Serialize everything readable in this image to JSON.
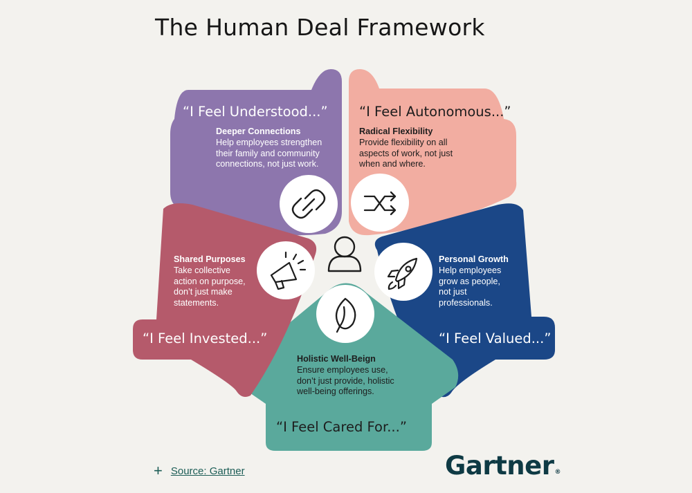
{
  "title": "The Human Deal Framework",
  "colors": {
    "background": "#f3f2ee",
    "purple": "#8d76ad",
    "peach": "#f2ada1",
    "navy": "#1b4787",
    "teal": "#5aa99c",
    "rose": "#b55a6b",
    "logo": "#0e3a44",
    "link": "#1c5d56"
  },
  "center_icon": "person-icon",
  "petals": {
    "understood": {
      "quote": "“I Feel Understood...”",
      "heading": "Deeper Connections",
      "lines": [
        "Help employees strengthen",
        "their family and community",
        "connections, not just work."
      ],
      "icon": "link-icon"
    },
    "autonomous": {
      "quote": "“I Feel Autonomous...”",
      "heading": "Radical Flexibility",
      "lines": [
        "Provide flexibility on all",
        "aspects of work, not just",
        "when and where."
      ],
      "icon": "shuffle-icon"
    },
    "valued": {
      "quote": "“I Feel Valued...”",
      "heading": "Personal Growth",
      "lines": [
        "Help employees",
        "grow as people,",
        "not just",
        "professionals."
      ],
      "icon": "rocket-icon"
    },
    "cared": {
      "quote": "“I Feel Cared For...”",
      "heading": "Holistic Well-Beign",
      "lines": [
        "Ensure employees use,",
        "don’t just provide, holistic",
        "well-being offerings."
      ],
      "icon": "leaf-icon"
    },
    "invested": {
      "quote": "“I Feel Invested...”",
      "heading": "Shared Purposes",
      "lines": [
        "Take collective",
        "action on purpose,",
        "don’t just make",
        "statements."
      ],
      "icon": "megaphone-icon"
    }
  },
  "source": {
    "icon": "plus-icon",
    "label": "Source: Gartner"
  },
  "logo": {
    "text": "Gartner",
    "mark": "®"
  }
}
